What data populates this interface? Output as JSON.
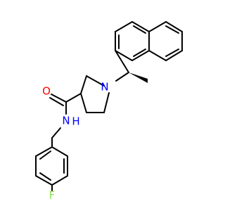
{
  "colors": {
    "background": "#ffffff",
    "bond": "#000000",
    "nitrogen": "#0000ff",
    "oxygen": "#ff0000",
    "fluorine": "#90e050"
  },
  "atoms": {
    "oxygen_label": "O",
    "amide_n_label": "N",
    "amide_h_label": "H",
    "ring_n_label": "N",
    "fluorine_label": "F"
  }
}
